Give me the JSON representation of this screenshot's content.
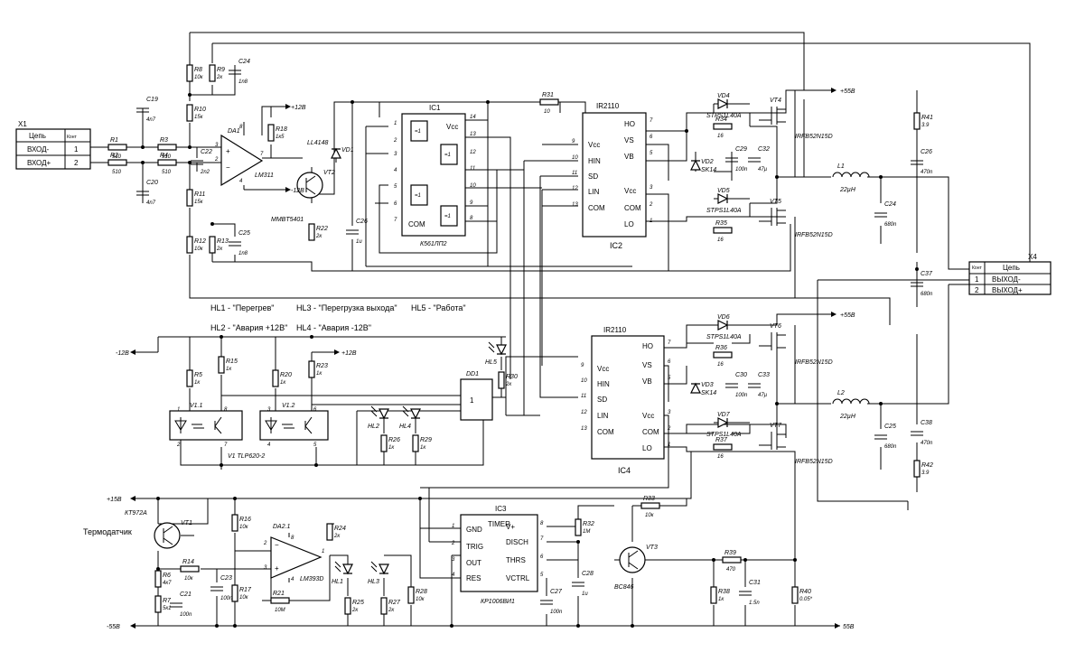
{
  "connectors": {
    "x1": {
      "ref": "X1",
      "hdr_net": "Цепь",
      "hdr_cont": "Конт",
      "rows": [
        {
          "net": "ВХОД-",
          "pin": "1"
        },
        {
          "net": "ВХОД+",
          "pin": "2"
        }
      ]
    },
    "x4": {
      "ref": "X4",
      "hdr_net": "Цепь",
      "hdr_cont": "Конт",
      "rows": [
        {
          "net": "ВЫХОД-",
          "pin": "1"
        },
        {
          "net": "ВЫХОД+",
          "pin": "2"
        }
      ]
    }
  },
  "resistors": [
    {
      "ref": "R1",
      "val": "510"
    },
    {
      "ref": "R2",
      "val": "510"
    },
    {
      "ref": "R3",
      "val": "510"
    },
    {
      "ref": "R4",
      "val": "510"
    },
    {
      "ref": "R8",
      "val": "10к"
    },
    {
      "ref": "R9",
      "val": "2к"
    },
    {
      "ref": "R10",
      "val": "15к"
    },
    {
      "ref": "R11",
      "val": "15к"
    },
    {
      "ref": "R12",
      "val": "10к"
    },
    {
      "ref": "R13",
      "val": "2к"
    },
    {
      "ref": "R18",
      "val": "1к5"
    },
    {
      "ref": "R22",
      "val": "2к"
    },
    {
      "ref": "R31",
      "val": "10"
    },
    {
      "ref": "R34",
      "val": "16"
    },
    {
      "ref": "R35",
      "val": "16"
    },
    {
      "ref": "R41",
      "val": "3.9"
    },
    {
      "ref": "R36",
      "val": "16"
    },
    {
      "ref": "R37",
      "val": "16"
    },
    {
      "ref": "R42",
      "val": "3.9"
    },
    {
      "ref": "R5",
      "val": "1к"
    },
    {
      "ref": "R15",
      "val": "1к"
    },
    {
      "ref": "R20",
      "val": "1к"
    },
    {
      "ref": "R23",
      "val": "1к"
    },
    {
      "ref": "R30",
      "val": "2к"
    },
    {
      "ref": "R26",
      "val": "1к"
    },
    {
      "ref": "R29",
      "val": "1к"
    },
    {
      "ref": "R16",
      "val": "10к"
    },
    {
      "ref": "R17",
      "val": "10к"
    },
    {
      "ref": "R24",
      "val": "2к"
    },
    {
      "ref": "R14",
      "val": "10к"
    },
    {
      "ref": "R6",
      "val": "4к7"
    },
    {
      "ref": "R7",
      "val": "5к1"
    },
    {
      "ref": "R21",
      "val": "10М"
    },
    {
      "ref": "R25",
      "val": "2к"
    },
    {
      "ref": "R27",
      "val": "2к"
    },
    {
      "ref": "R28",
      "val": "10к"
    },
    {
      "ref": "R32",
      "val": "1М"
    },
    {
      "ref": "R33",
      "val": "10к"
    },
    {
      "ref": "R38",
      "val": "1к"
    },
    {
      "ref": "R39",
      "val": "470"
    },
    {
      "ref": "R40",
      "val": "0.05*"
    }
  ],
  "capacitors": [
    {
      "ref": "C19",
      "val": "4n7"
    },
    {
      "ref": "C20",
      "val": "4n7"
    },
    {
      "ref": "C22",
      "val": "2n2"
    },
    {
      "ref": "C24a",
      "label": "C24",
      "val": "1n8"
    },
    {
      "ref": "C25a",
      "label": "C25",
      "val": "1n8"
    },
    {
      "ref": "C26a",
      "label": "C26",
      "val": "1u"
    },
    {
      "ref": "C29",
      "val": "100n"
    },
    {
      "ref": "C32",
      "val": "47µ"
    },
    {
      "ref": "C24b",
      "label": "C24",
      "val": "680n"
    },
    {
      "ref": "C26b",
      "label": "C26",
      "val": "470n"
    },
    {
      "ref": "C37",
      "val": "680n"
    },
    {
      "ref": "C30",
      "val": "100n"
    },
    {
      "ref": "C33",
      "val": "47µ"
    },
    {
      "ref": "C25b",
      "label": "C25",
      "val": "680n"
    },
    {
      "ref": "C38",
      "val": "470n"
    },
    {
      "ref": "C23",
      "val": "100n"
    },
    {
      "ref": "C21",
      "val": "100n"
    },
    {
      "ref": "C28",
      "val": "1u"
    },
    {
      "ref": "C27",
      "val": "100n"
    },
    {
      "ref": "C31",
      "val": "1.5n"
    }
  ],
  "diodes": [
    {
      "ref": "VD1",
      "val": "LL4148"
    },
    {
      "ref": "VD4",
      "val": "STPS1L40A"
    },
    {
      "ref": "VD5",
      "val": "STPS1L40A"
    },
    {
      "ref": "VD2",
      "val": "SK14"
    },
    {
      "ref": "VD6",
      "val": "STPS1L40A"
    },
    {
      "ref": "VD7",
      "val": "STPS1L40A"
    },
    {
      "ref": "VD3",
      "val": "SK14"
    }
  ],
  "transistors": [
    {
      "ref": "VT2",
      "val": "MMBT5401"
    },
    {
      "ref": "VT4",
      "val": "IRFB52N15D"
    },
    {
      "ref": "VT5",
      "val": "IRFB52N15D"
    },
    {
      "ref": "VT6",
      "val": "IRFB52N15D"
    },
    {
      "ref": "VT7",
      "val": "IRFB52N15D"
    },
    {
      "ref": "VT1",
      "val": "КТ972А"
    },
    {
      "ref": "VT3",
      "val": "BC846"
    }
  ],
  "inductors": [
    {
      "ref": "L1",
      "val": "22µH"
    },
    {
      "ref": "L2",
      "val": "22µH"
    }
  ],
  "ics": {
    "da1": {
      "ref": "DA1",
      "part": "LM311",
      "pins": [
        "8",
        "3",
        "2",
        "4",
        "7"
      ]
    },
    "ic1": {
      "ref": "IC1",
      "part": "К561ЛП2",
      "vcc": "Vcc",
      "com": "COM",
      "gate": "=1",
      "left_pins": [
        "1",
        "2",
        "3",
        "4",
        "5",
        "6",
        "7"
      ],
      "right_pins": [
        "14",
        "13",
        "12",
        "11",
        "10",
        "9",
        "8"
      ]
    },
    "ic2": {
      "ref": "IR2110",
      "name": "IC2",
      "left": [
        {
          "pin": "9",
          "sig": "Vcc"
        },
        {
          "pin": "10",
          "sig": "HIN"
        },
        {
          "pin": "11",
          "sig": "SD"
        },
        {
          "pin": "12",
          "sig": "LIN"
        },
        {
          "pin": "13",
          "sig": "COM"
        }
      ],
      "right": [
        {
          "pin": "7",
          "sig": "HO"
        },
        {
          "pin": "6",
          "sig": "VS"
        },
        {
          "pin": "5",
          "sig": "VB"
        },
        {
          "pin": "3",
          "sig": "Vcc"
        },
        {
          "pin": "2",
          "sig": "COM"
        },
        {
          "pin": "1",
          "sig": "LO"
        }
      ]
    },
    "ic4": {
      "ref": "IR2110",
      "name": "IC4",
      "left": [
        {
          "pin": "9",
          "sig": "Vcc"
        },
        {
          "pin": "10",
          "sig": "HIN"
        },
        {
          "pin": "11",
          "sig": "SD"
        },
        {
          "pin": "12",
          "sig": "LIN"
        },
        {
          "pin": "13",
          "sig": "COM"
        }
      ],
      "right": [
        {
          "pin": "7",
          "sig": "HO"
        },
        {
          "pin": "6",
          "sig": "VS"
        },
        {
          "pin": "5",
          "sig": "VB"
        },
        {
          "pin": "3",
          "sig": "Vcc"
        },
        {
          "pin": "2",
          "sig": "COM"
        },
        {
          "pin": "1",
          "sig": "LO"
        }
      ]
    },
    "dd1": {
      "ref": "DD1",
      "val": "1"
    },
    "v1": {
      "ref": "V1 TLP620-2",
      "a": "V1.1",
      "b": "V1.2",
      "pins": [
        "1",
        "2",
        "8",
        "7",
        "3",
        "4",
        "6",
        "5"
      ]
    },
    "da2": {
      "ref": "DA2.1",
      "part": "LM393D",
      "pins": [
        "2",
        "3",
        "1",
        "8",
        "4"
      ]
    },
    "ic3": {
      "ref": "IC3",
      "part": "КР1006ВИ1",
      "title": "TIMER",
      "left": [
        {
          "pin": "1",
          "sig": "GND"
        },
        {
          "pin": "2",
          "sig": "TRIG"
        },
        {
          "pin": "3",
          "sig": "OUT"
        },
        {
          "pin": "4",
          "sig": "RES"
        }
      ],
      "right": [
        {
          "pin": "8",
          "sig": "V+"
        },
        {
          "pin": "7",
          "sig": "DISCH"
        },
        {
          "pin": "6",
          "sig": "THRS"
        },
        {
          "pin": "5",
          "sig": "VCTRL"
        }
      ]
    }
  },
  "leds": [
    "HL1",
    "HL2",
    "HL3",
    "HL4",
    "HL5"
  ],
  "legend": [
    "HL1 - \"Перегрев\"",
    "HL3 - \"Перегрузка выхода\"",
    "HL5 - \"Работа\"",
    "HL2 - \"Авария +12В\"",
    "HL4 - \"Авария -12В\""
  ],
  "rails": {
    "p12": "+12В",
    "m12": "-12В",
    "p15": "+15В",
    "p55": "+55В",
    "m55": "-55В",
    "p55r": "55В"
  },
  "sensor": "Термодатчик"
}
